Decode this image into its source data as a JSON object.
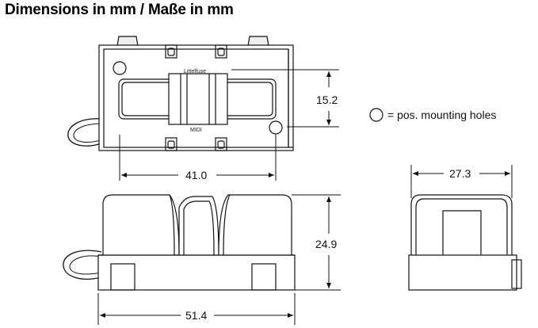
{
  "title": "Dimensions in mm / Maße in mm",
  "labels": {
    "brand": "Littelfuse",
    "type": "MIDI"
  },
  "dimensions": {
    "top_height": "15.2",
    "top_width": "41.0",
    "side_width": "27.3",
    "front_height": "24.9",
    "front_width": "51.4"
  },
  "legend": {
    "text": "= pos. mounting holes"
  }
}
